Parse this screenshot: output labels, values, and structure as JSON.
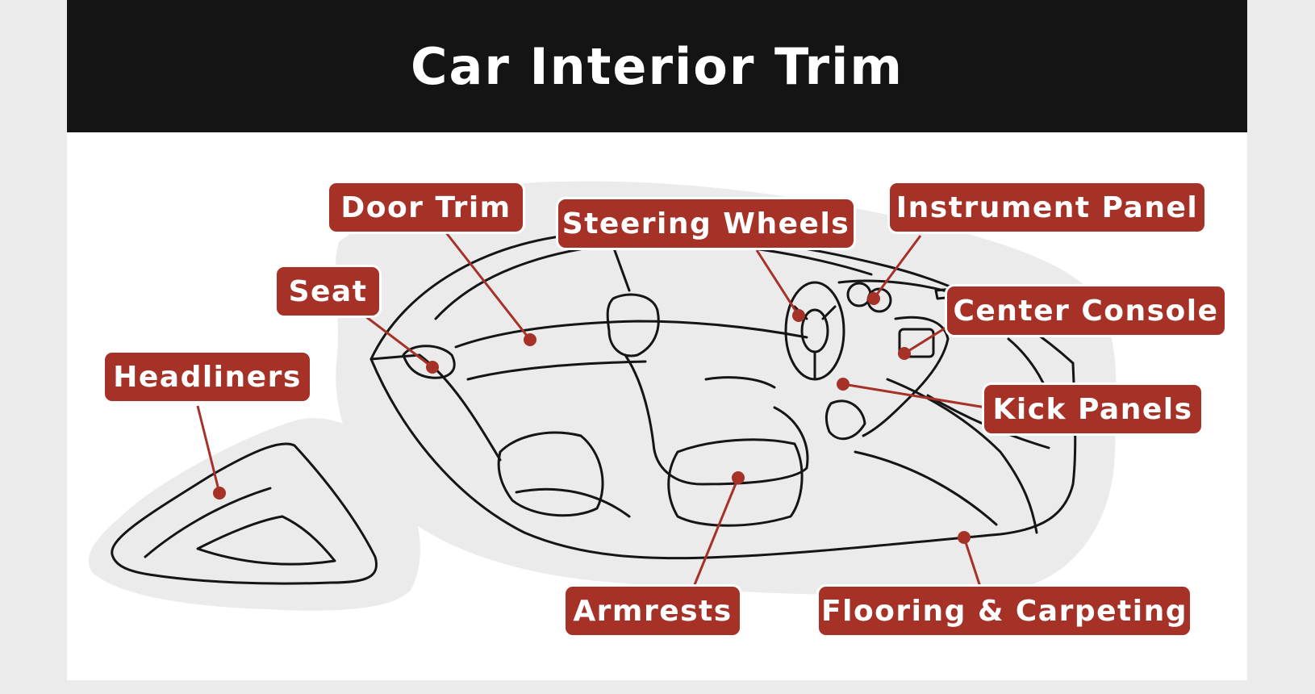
{
  "title": "Car Interior Trim",
  "colors": {
    "header_bg": "#141414",
    "label_bg": "#a63127",
    "outline": "#151515",
    "shadow": "#ebebeb"
  },
  "labels": {
    "door_trim": "Door Trim",
    "steering_wheels": "Steering Wheels",
    "instrument_panel": "Instrument Panel",
    "seat": "Seat",
    "center_console": "Center Console",
    "headliners": "Headliners",
    "kick_panels": "Kick Panels",
    "armrests": "Armrests",
    "flooring_carpeting": "Flooring & Carpeting"
  }
}
